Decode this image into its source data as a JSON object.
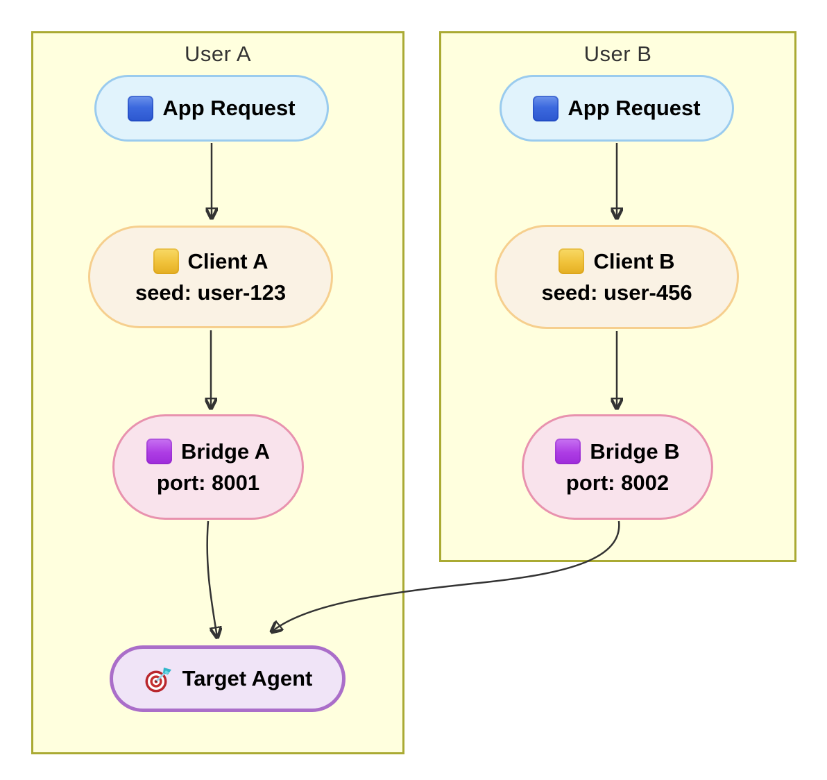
{
  "diagram": {
    "type": "flowchart",
    "direction": "top-down"
  },
  "subgraphs": {
    "user_a": {
      "title": "User A"
    },
    "user_b": {
      "title": "User B"
    }
  },
  "nodes": {
    "app_a": {
      "label": "App Request",
      "icon": "blue-square-icon"
    },
    "client_a": {
      "label": "Client A",
      "sublabel": "seed: user-123",
      "icon": "yellow-square-icon"
    },
    "bridge_a": {
      "label": "Bridge A",
      "sublabel": "port: 8001",
      "icon": "purple-square-icon"
    },
    "target": {
      "label": "Target Agent",
      "icon": "target-icon"
    },
    "app_b": {
      "label": "App Request",
      "icon": "blue-square-icon"
    },
    "client_b": {
      "label": "Client B",
      "sublabel": "seed: user-456",
      "icon": "yellow-square-icon"
    },
    "bridge_b": {
      "label": "Bridge B",
      "sublabel": "port: 8002",
      "icon": "purple-square-icon"
    }
  },
  "edges": [
    {
      "from": "app_a",
      "to": "client_a"
    },
    {
      "from": "client_a",
      "to": "bridge_a"
    },
    {
      "from": "bridge_a",
      "to": "target"
    },
    {
      "from": "app_b",
      "to": "client_b"
    },
    {
      "from": "client_b",
      "to": "bridge_b"
    },
    {
      "from": "bridge_b",
      "to": "target"
    }
  ],
  "colors": {
    "canvas_bg": "#ffffff",
    "subgraph_fill": "#ffffde",
    "subgraph_border": "#aaaa33",
    "subgraph_title_text": "#333333",
    "app_fill": "#e1f3fc",
    "app_border": "#9acbee",
    "client_fill": "#faf2e4",
    "client_border": "#f6cf8e",
    "bridge_fill": "#f9e3ec",
    "bridge_border": "#e892ae",
    "target_fill": "#f0e4f7",
    "target_border": "#aa6ec9",
    "edge_line": "#333333",
    "node_text": "#000000",
    "icon_blue": "#3c69de",
    "icon_yellow": "#f0c23a",
    "icon_purple": "#ad3ce4"
  }
}
